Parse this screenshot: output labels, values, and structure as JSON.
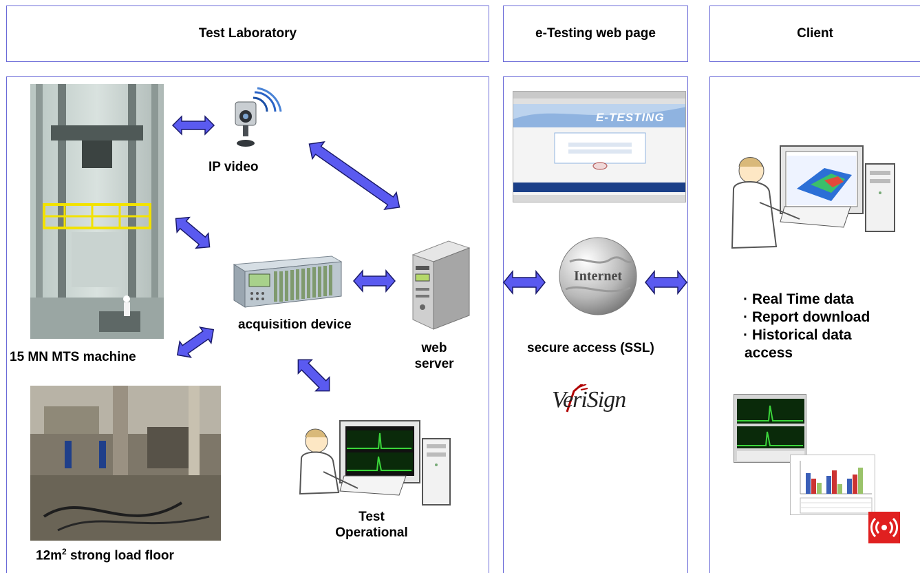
{
  "headers": {
    "lab": "Test Laboratory",
    "web": "e-Testing web page",
    "client": "Client"
  },
  "lab": {
    "ip_video": "IP video",
    "acquisition": "acquisition device",
    "web_server_line1": "web",
    "web_server_line2": "server",
    "machine": "15 MN MTS machine",
    "floor_prefix": "12m",
    "floor_sup": "2",
    "floor_suffix": " strong load floor",
    "operator_line1": "Test",
    "operator_line2": "Operational"
  },
  "web": {
    "banner_logo": "E-TESTING",
    "globe_text": "Internet",
    "secure": "secure access (SSL)",
    "verisign": "VeriSign"
  },
  "client": {
    "bullets": [
      "· Real Time data",
      "· Report download",
      "· Historical data",
      "access"
    ]
  },
  "colors": {
    "border": "#6a6ad8",
    "arrow_fill": "#5a5af0",
    "arrow_stroke": "#1a1a6a",
    "signal_red": "#e02020"
  }
}
